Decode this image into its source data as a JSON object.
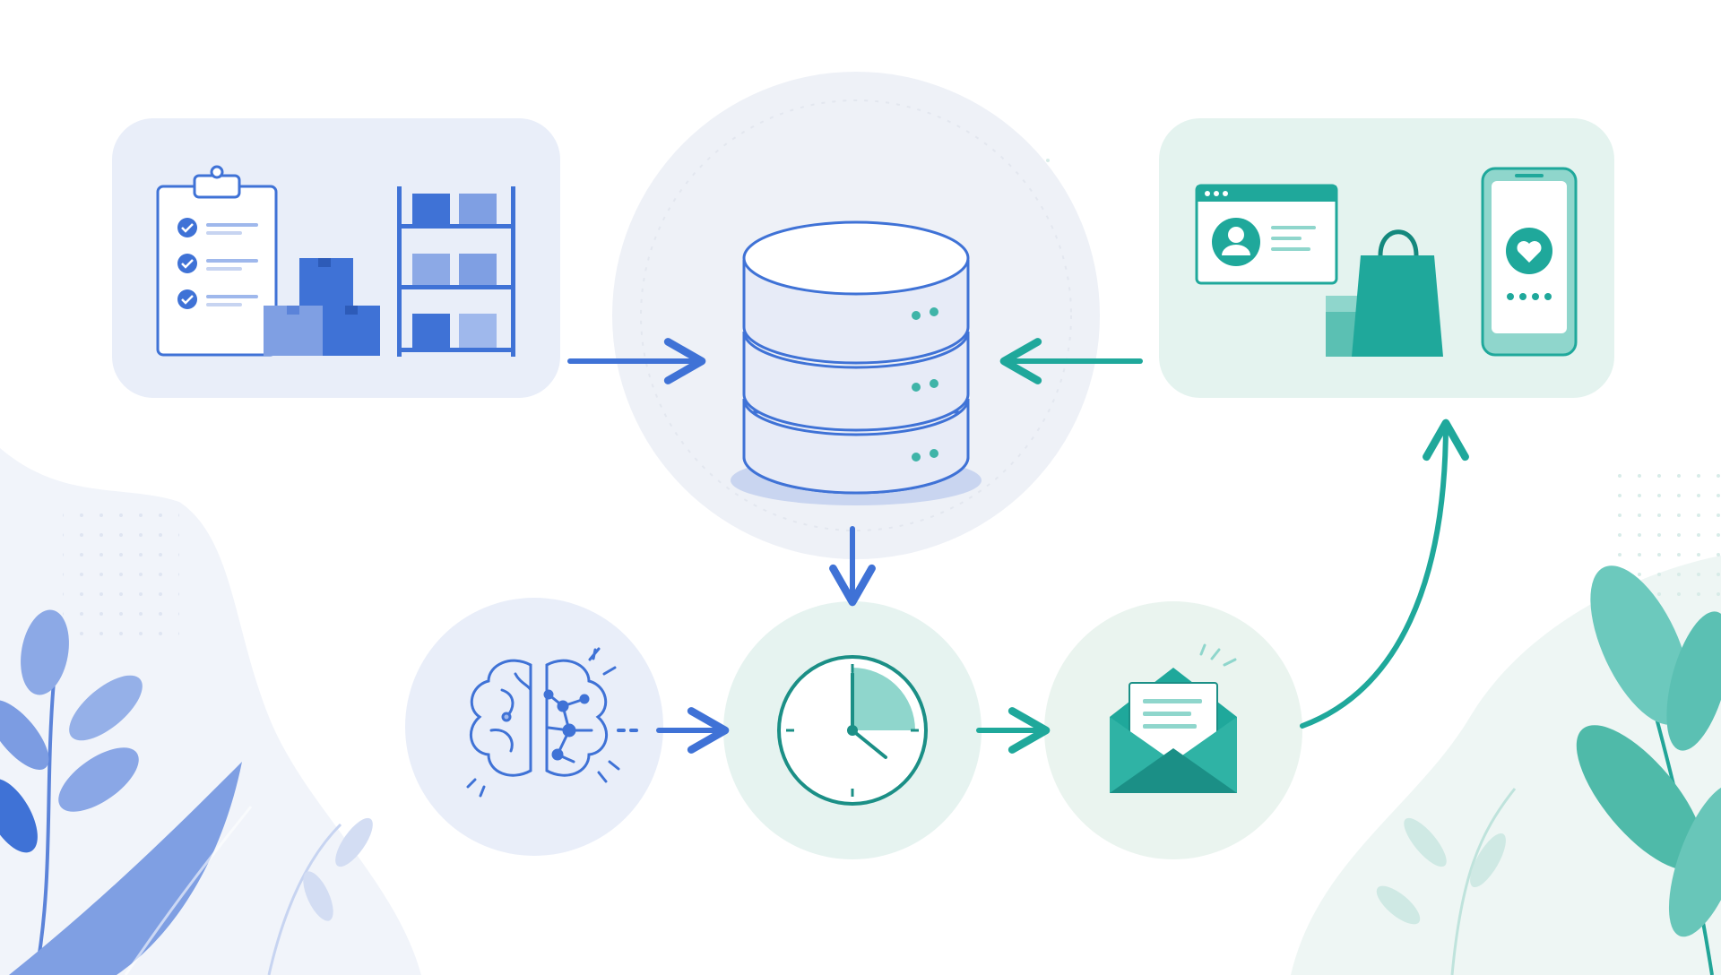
{
  "colors": {
    "background": "#ffffff",
    "blue": "#3f72d6",
    "blue_light": "#9fb8ec",
    "blue_panel": "#e9eef9",
    "teal": "#1fa89b",
    "teal_light": "#8fd6cc",
    "teal_panel": "#e4f3ef",
    "hub_circle": "#eef1f7"
  },
  "nodes": [
    {
      "id": "inventory-panel",
      "icons": [
        "clipboard-checklist-icon",
        "stacked-boxes-icon",
        "warehouse-shelf-icon"
      ]
    },
    {
      "id": "database-hub",
      "icons": [
        "database-icon"
      ]
    },
    {
      "id": "customer-panel",
      "icons": [
        "browser-profile-icon",
        "shopping-bag-icon",
        "gift-box-icon",
        "smartphone-heart-icon"
      ]
    },
    {
      "id": "ai-node",
      "icons": [
        "brain-network-icon"
      ]
    },
    {
      "id": "scheduler-node",
      "icons": [
        "clock-icon"
      ]
    },
    {
      "id": "email-node",
      "icons": [
        "open-envelope-icon"
      ]
    }
  ],
  "edges": [
    {
      "from": "inventory-panel",
      "to": "database-hub"
    },
    {
      "from": "customer-panel",
      "to": "database-hub"
    },
    {
      "from": "database-hub",
      "to": "scheduler-node"
    },
    {
      "from": "ai-node",
      "to": "scheduler-node"
    },
    {
      "from": "scheduler-node",
      "to": "email-node"
    },
    {
      "from": "email-node",
      "to": "customer-panel"
    }
  ],
  "decorations": [
    "leaf-cluster-left",
    "leaf-cluster-right",
    "dot-grid-patterns"
  ]
}
